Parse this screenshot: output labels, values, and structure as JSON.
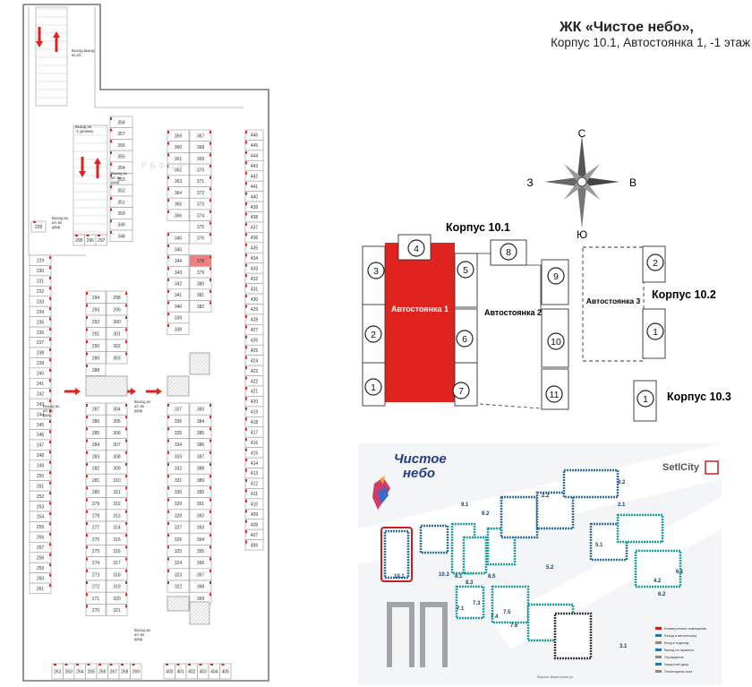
{
  "header": {
    "title": "ЖК «Чистое небо»,",
    "subtitle": "Корпус 10.1, Автостоянка 1, -1 этаж"
  },
  "compass": {
    "north": "С",
    "south": "Ю",
    "west": "З",
    "east": "В"
  },
  "site": {
    "korpus_10_1": "Корпус 10.1",
    "korpus_10_2": "Корпус 10.2",
    "korpus_10_3": "Корпус 10.3",
    "parking_1": "Автостоянка 1",
    "parking_2": "Автостоянка 2",
    "parking_3": "Автостоянка 3",
    "sections": [
      "1",
      "2",
      "3",
      "4",
      "5",
      "6",
      "7",
      "8",
      "9",
      "10",
      "11"
    ],
    "k102_sections": [
      "2",
      "1"
    ],
    "k103_section": "1"
  },
  "plan": {
    "exit_top": "Выход выезд из а/с",
    "exit_level2": "Выезд на -2 уровень",
    "exit_yard1": "Выход из а/с во двор",
    "exit_yard2": "Выход из а/с во двор",
    "exit_yard3": "Выход из а/с во двор",
    "exit_yard4": "Выход из а/с во двор",
    "exit_yard5": "Выход из а/с во двор",
    "watermark": "Р Б Ф Ц Ф",
    "highlighted_space": "378",
    "highlight_color": "#f08080",
    "accent_red": "#e0231e",
    "left_col": [
      "229",
      "230",
      "231",
      "232",
      "233",
      "234",
      "235",
      "236",
      "237",
      "238",
      "239",
      "240",
      "241",
      "242",
      "243",
      "244",
      "245",
      "246",
      "247",
      "248",
      "249",
      "250",
      "251",
      "252",
      "253",
      "254",
      "255",
      "256",
      "257",
      "258",
      "259",
      "260",
      "261"
    ],
    "right_col": [
      "446",
      "445",
      "444",
      "443",
      "442",
      "441",
      "440",
      "439",
      "438",
      "437",
      "436",
      "435",
      "434",
      "433",
      "432",
      "431",
      "430",
      "429",
      "428",
      "427",
      "426",
      "425",
      "424",
      "423",
      "422",
      "421",
      "420",
      "419",
      "418",
      "417",
      "416",
      "415",
      "414",
      "413",
      "412",
      "411",
      "410",
      "409",
      "408",
      "407",
      "406"
    ],
    "bottom_row": [
      "262",
      "263",
      "264",
      "265",
      "266",
      "267",
      "268",
      "269"
    ],
    "bottom_row2": [
      "400",
      "401",
      "402",
      "403",
      "404",
      "405"
    ],
    "top_ramp_row": [
      "295",
      "296",
      "297"
    ],
    "space_228": "228",
    "col_a": [
      "358",
      "357",
      "356",
      "355",
      "354",
      "353",
      "352",
      "351",
      "350",
      "349",
      "348"
    ],
    "col_b_left": [
      "359",
      "360",
      "361",
      "362",
      "363",
      "364",
      "365",
      "366",
      "346",
      "345",
      "344",
      "343",
      "342",
      "341",
      "340",
      "339",
      "338"
    ],
    "col_b_right": [
      "367",
      "368",
      "369",
      "370",
      "371",
      "372",
      "373",
      "374",
      "375",
      "376",
      "378",
      "379",
      "380",
      "381",
      "382"
    ],
    "col_c_left": [
      "337",
      "336",
      "335",
      "334",
      "333",
      "332",
      "331",
      "330",
      "329",
      "328",
      "327",
      "326",
      "325",
      "324",
      "323",
      "322"
    ],
    "col_c_right": [
      "383",
      "384",
      "385",
      "386",
      "387",
      "388",
      "389",
      "390",
      "391",
      "392",
      "393",
      "394",
      "395",
      "396",
      "397",
      "398",
      "399"
    ],
    "col_d_left": [
      "294",
      "293",
      "292",
      "291",
      "290",
      "289",
      "288"
    ],
    "col_d_right": [
      "298",
      "299",
      "300",
      "301",
      "302",
      "303"
    ],
    "col_e_left": [
      "287",
      "286",
      "285",
      "284",
      "283",
      "282",
      "281",
      "280",
      "279",
      "278",
      "277",
      "276",
      "275",
      "274",
      "273",
      "272",
      "271",
      "270"
    ],
    "col_e_right": [
      "304",
      "305",
      "306",
      "307",
      "308",
      "309",
      "310",
      "311",
      "312",
      "313",
      "314",
      "315",
      "316",
      "317",
      "318",
      "319",
      "320",
      "321"
    ]
  },
  "minimap": {
    "logo_line1": "Чистое",
    "logo_line2": "небо",
    "setlcity": "SetlCity",
    "labels": [
      "10.1",
      "10.3",
      "8.1",
      "8.3",
      "8.5",
      "7.1",
      "7.3",
      "7.4",
      "7.5",
      "7.6",
      "5.2",
      "5.1",
      "3.1",
      "3.2",
      "2.2",
      "2.1",
      "6.2",
      "6.1",
      "4.2",
      "9.1",
      "9.2"
    ],
    "legend": [
      "Коммерческие помещения",
      "Въезд в автостоянку",
      "Вход в подъезд",
      "Выход из паркинга",
      "Ограждение",
      "Закрытый двор",
      "Пешеходная зона"
    ],
    "street1": "Верхне-Каменская ул.",
    "accent_blue": "#2e6fae",
    "accent_teal": "#1aa3a3"
  }
}
